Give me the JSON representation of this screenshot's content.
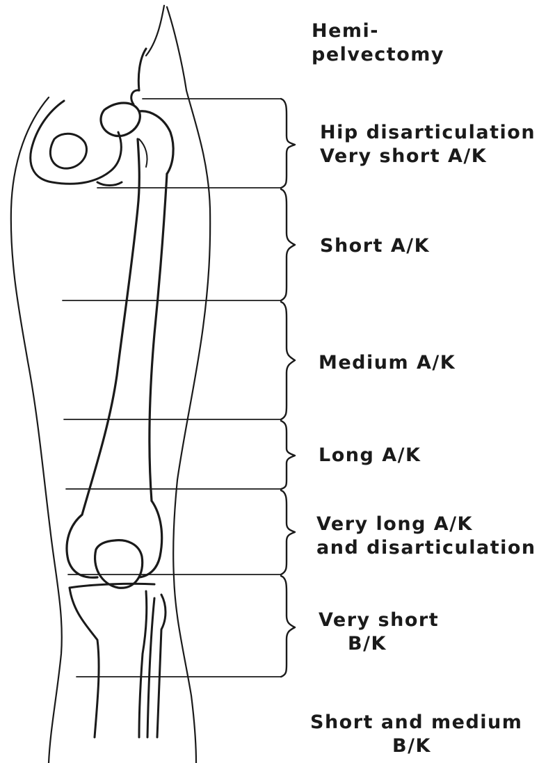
{
  "labels": {
    "hemipelvectomy_line1": "Hemi-",
    "hemipelvectomy_line2": "pelvectomy",
    "hip_disartic_line1": "Hip disarticulation",
    "hip_disartic_line2": "Very short A/K",
    "short_ak": "Short A/K",
    "medium_ak": "Medium A/K",
    "long_ak": "Long A/K",
    "very_long_ak_line1": "Very long A/K",
    "very_long_ak_line2": "and disarticulation",
    "very_short_bk_line1": "Very short",
    "very_short_bk_line2": "B/K",
    "short_medium_bk_line1": "Short and medium",
    "short_medium_bk_line2": "B/K"
  },
  "colors": {
    "ink": "#1a1a1a",
    "paper": "#ffffff"
  }
}
